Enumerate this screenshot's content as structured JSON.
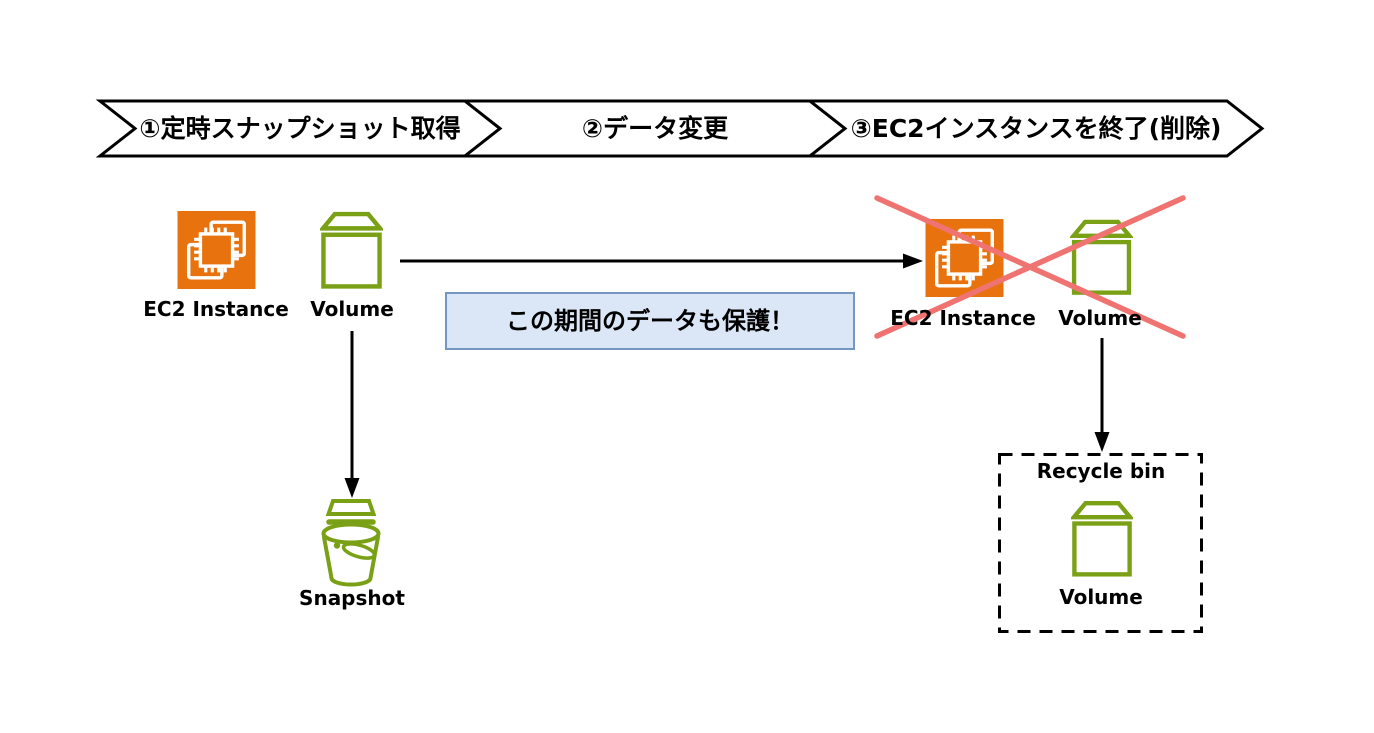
{
  "banner": {
    "steps": [
      {
        "label": "①定時スナップショット取得"
      },
      {
        "label": "②データ変更"
      },
      {
        "label": "③EC2インスタンスを終了(削除)"
      }
    ]
  },
  "callout": {
    "text": "この期間のデータも保護！"
  },
  "left_group": {
    "ec2_label": "EC2 Instance",
    "volume_label": "Volume"
  },
  "right_group": {
    "ec2_label": "EC2 Instance",
    "volume_label": "Volume"
  },
  "snapshot": {
    "label": "Snapshot"
  },
  "recycle_bin": {
    "title": "Recycle bin",
    "volume_label": "Volume"
  },
  "icons": {
    "ec2": "ec2-instance-icon",
    "volume": "ebs-volume-icon",
    "snapshot": "ebs-snapshot-icon",
    "cross": "terminated-cross-icon"
  },
  "colors": {
    "ec2_orange": "#E8720E",
    "volume_green": "#7AA116",
    "cross_red": "#EF7370",
    "callout_fill": "#DBE7F7",
    "callout_border": "#7396C3",
    "line_black": "#000000"
  }
}
